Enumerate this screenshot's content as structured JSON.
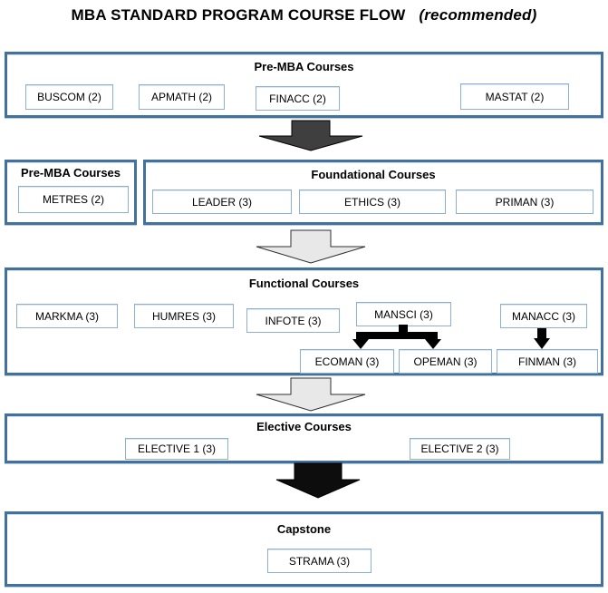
{
  "title": {
    "main": "MBA STANDARD PROGRAM COURSE FLOW",
    "suffix": "(recommended)"
  },
  "colors": {
    "section_border": "#41719C",
    "course_border": "#8EAFD4",
    "arrow_dark": "#3f3f3f",
    "arrow_light": "#e8e8e8",
    "arrow_black": "#0d0d0d",
    "connector": "#000000"
  },
  "sections": {
    "pre_mba_top": {
      "heading": "Pre-MBA Courses",
      "courses": [
        "BUSCOM (2)",
        "APMATH (2)",
        "FINACC (2)",
        "MASTAT (2)"
      ]
    },
    "pre_mba_left": {
      "heading": "Pre-MBA Courses",
      "courses": [
        "METRES (2)"
      ]
    },
    "foundational": {
      "heading": "Foundational Courses",
      "courses": [
        "LEADER (3)",
        "ETHICS (3)",
        "PRIMAN (3)"
      ]
    },
    "functional": {
      "heading": "Functional Courses",
      "row1": [
        "MARKMA (3)",
        "HUMRES (3)",
        "INFOTE (3)",
        "MANSCI (3)",
        "MANACC (3)"
      ],
      "row2": [
        "ECOMAN (3)",
        "OPEMAN (3)",
        "FINMAN (3)"
      ]
    },
    "elective": {
      "heading": "Elective Courses",
      "courses": [
        "ELECTIVE 1 (3)",
        "ELECTIVE 2 (3)"
      ]
    },
    "capstone": {
      "heading": "Capstone",
      "courses": [
        "STRAMA (3)"
      ]
    }
  }
}
